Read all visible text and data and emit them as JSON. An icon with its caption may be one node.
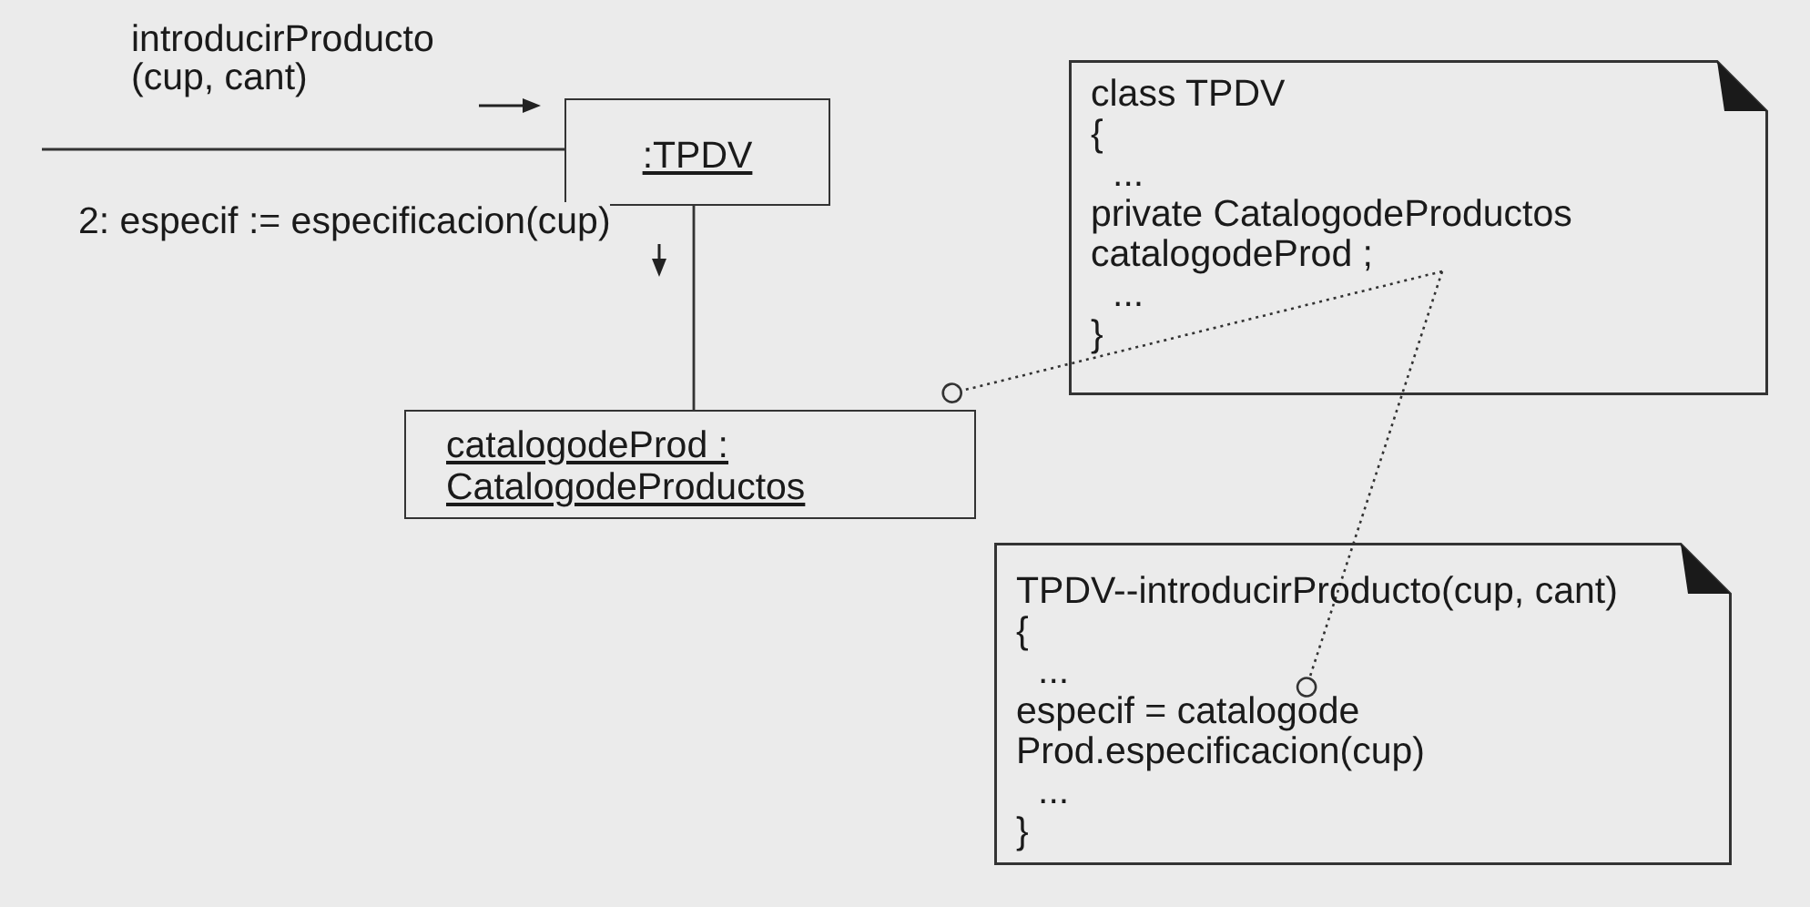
{
  "diagram": {
    "nodes": [
      {
        "text": [
          ":TPDV"
        ]
      },
      {
        "text": [
          "catalogodeProd : CatalogodeProductos"
        ]
      },
      {
        "text": [
          "class TPDV",
          "{",
          "...",
          "private CatalogodeProductos catalogodeProd ;",
          "...",
          "}"
        ]
      },
      {
        "text": [
          "TPDV--introducirProducto(cup, cant)",
          "{",
          "...",
          "especif = catalogode Prod.especificacion(cup)",
          "...",
          "}"
        ]
      }
    ],
    "edges": [
      {
        "from": null,
        "to": 0,
        "arrow": "none",
        "label": "introducirProducto (cup, cant)"
      },
      {
        "from": 0,
        "to": 1,
        "arrow": "none",
        "label": "2: especif := especificacion(cup)"
      },
      {
        "from": 2,
        "to": 1,
        "arrow": "other",
        "style": "dashed"
      },
      {
        "from": 2,
        "to": 3,
        "arrow": "other",
        "style": "dashed"
      }
    ]
  }
}
